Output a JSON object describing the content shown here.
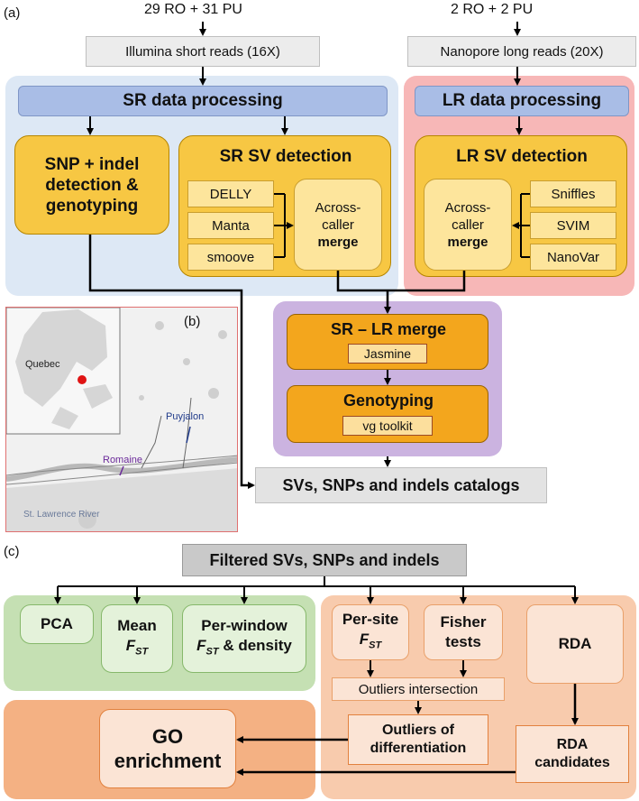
{
  "panel_labels": {
    "a": "(a)",
    "b": "(b)",
    "c": "(c)"
  },
  "inputs": {
    "sr_samples": "29 RO + 31 PU",
    "lr_samples": "2 RO + 2 PU",
    "sr_reads": "Illumina short reads (16X)",
    "lr_reads": "Nanopore long reads (20X)"
  },
  "sr_panel": {
    "processing": "SR data processing",
    "snp_detection_lines": [
      "SNP + indel",
      "detection &",
      "genotyping"
    ],
    "sv_detection_title": "SR SV detection",
    "callers": [
      "DELLY",
      "Manta",
      "smoove"
    ],
    "merge_lines": [
      "Across-",
      "caller",
      "merge"
    ]
  },
  "lr_panel": {
    "processing": "LR data processing",
    "sv_detection_title": "LR SV detection",
    "callers": [
      "Sniffles",
      "SVIM",
      "NanoVar"
    ],
    "merge_lines": [
      "Across-",
      "caller",
      "merge"
    ]
  },
  "merge_panel": {
    "sr_lr_merge": "SR – LR merge",
    "merge_tool": "Jasmine",
    "genotyping": "Genotyping",
    "genotyping_tool": "vg toolkit"
  },
  "catalogs": "SVs, SNPs and indels catalogs",
  "map": {
    "label_quebec": "Quebec",
    "label_puyjalon": "Puyjalon",
    "label_romaine": "Romaine",
    "label_river": "St. Lawrence River"
  },
  "analysis": {
    "filtered": "Filtered SVs, SNPs and indels",
    "pca": "PCA",
    "mean_lines": [
      "Mean"
    ],
    "fst": "F",
    "fst_sub": "ST",
    "per_window_lines": [
      "Per-window",
      "& density"
    ],
    "per_site_lines": [
      "Per-site"
    ],
    "fisher_lines": [
      "Fisher",
      "tests"
    ],
    "rda": "RDA",
    "outliers_intersection": "Outliers intersection",
    "outliers_diff_lines": [
      "Outliers of",
      "differentiation"
    ],
    "rda_candidates_lines": [
      "RDA",
      "candidates"
    ],
    "go_lines": [
      "GO",
      "enrichment"
    ]
  },
  "colors": {
    "sr_bg": "#dde8f5",
    "lr_bg": "#f7b7b7",
    "merge_bg": "#cbb3e0",
    "gold": "#f7c743",
    "green_bg": "#c5e0b3",
    "orange_bg": "#f4b183",
    "peach_bg": "#f8cbad"
  }
}
